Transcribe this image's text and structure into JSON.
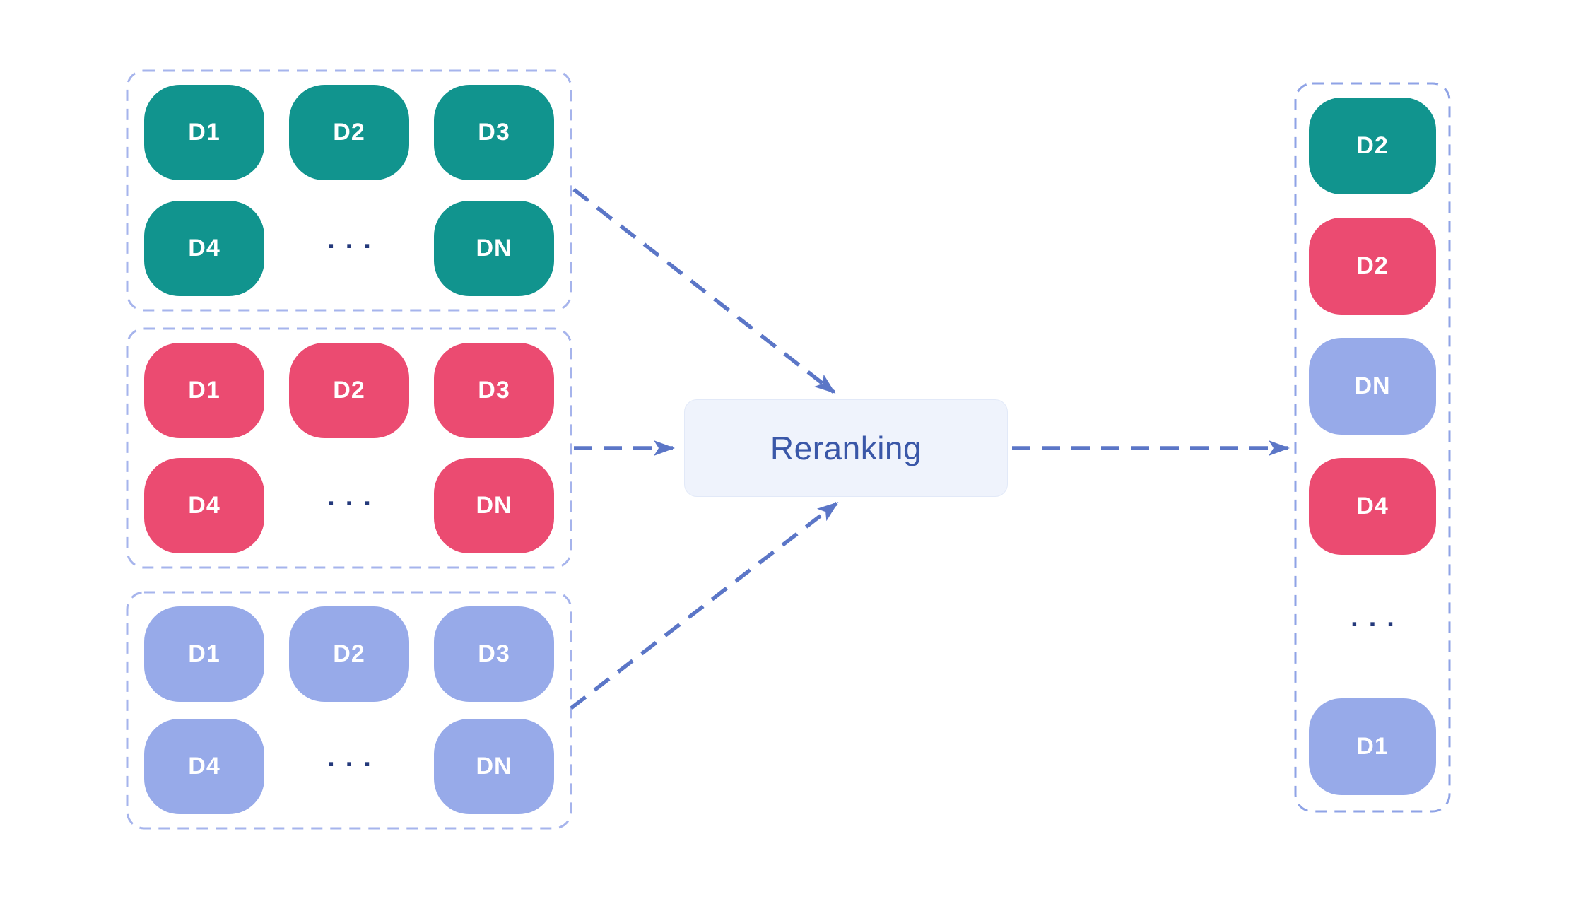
{
  "colors": {
    "teal": "#11948e",
    "pink": "#eb4b71",
    "lavender": "#97aae9",
    "arrow": "#5b76c7",
    "group_border": "#a6b4ec",
    "column_border": "#8fa3e6",
    "process_bg": "#eff3fc",
    "process_border": "#e2e9f8",
    "process_text": "#3a57a8",
    "dots": "#24397b",
    "chip_text": "#ffffff"
  },
  "left_groups": [
    {
      "color": "teal",
      "rows": [
        [
          "D1",
          "D2",
          "D3"
        ],
        [
          "D4",
          "...",
          "DN"
        ]
      ]
    },
    {
      "color": "pink",
      "rows": [
        [
          "D1",
          "D2",
          "D3"
        ],
        [
          "D4",
          "...",
          "DN"
        ]
      ]
    },
    {
      "color": "lavender",
      "rows": [
        [
          "D1",
          "D2",
          "D3"
        ],
        [
          "D4",
          "...",
          "DN"
        ]
      ]
    }
  ],
  "process": {
    "label": "Reranking"
  },
  "result_column": {
    "items": [
      {
        "label": "D2",
        "color": "teal"
      },
      {
        "label": "D2",
        "color": "pink"
      },
      {
        "label": "DN",
        "color": "lavender"
      },
      {
        "label": "D4",
        "color": "pink"
      },
      {
        "label": "...",
        "color": "dots"
      },
      {
        "label": "D1",
        "color": "lavender"
      }
    ]
  }
}
